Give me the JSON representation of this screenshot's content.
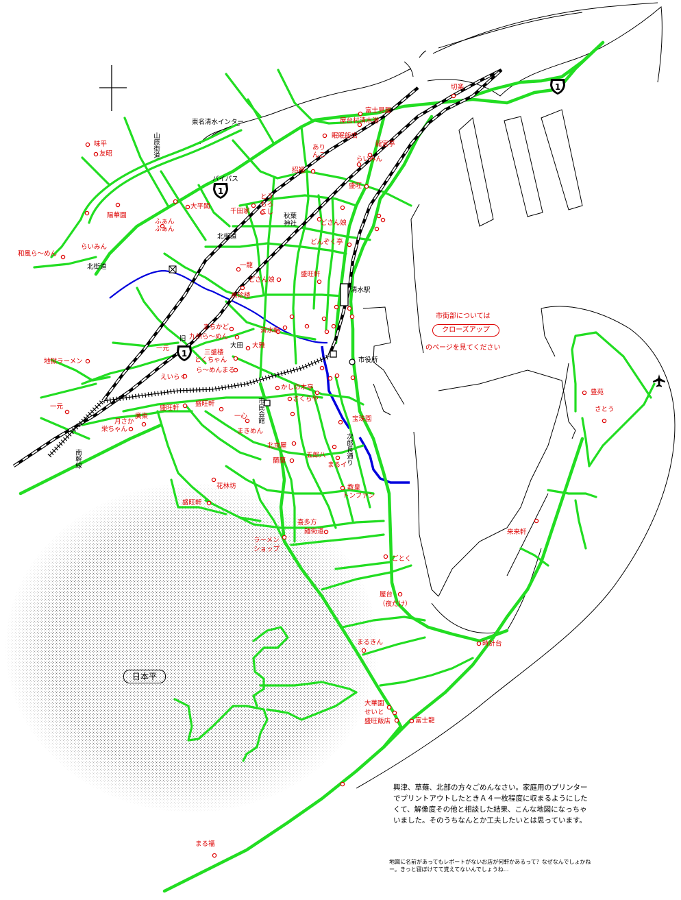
{
  "routes": {
    "route1": "1",
    "bypass": "バイパス",
    "old_prefix": "旧",
    "interchange": "東名清水インター",
    "yamahara_kaido": "山原街道",
    "kita_kaido_1": "北街道",
    "kita_kaido_2": "北街道",
    "minami_kansen": "南幹線",
    "jirocho_dori": "次郎長通り"
  },
  "landmarks": {
    "station": "清水駅",
    "city_hall": "市役所",
    "civic_hall": "市民会館",
    "akiba_jinja": "秋葉神社",
    "nihondaira": "日本平"
  },
  "callout": {
    "line1": "市街部については",
    "button": "クローズアップ",
    "line2": "のページを見てください"
  },
  "shops": {
    "kirin": "切楽",
    "fujimiya": "富士見屋",
    "yatai_mura": "屋台村清水港",
    "minmin": "眠眠飯店",
    "ryugutei": "龍宮亭",
    "arinko": "ありんこ",
    "raimin_n": "らいみん",
    "shofuku": "招福",
    "seiou_n": "盛旺",
    "tomorokoshi": "とうもろこし",
    "sendaiya": "千田家",
    "dosanko_n": "どさん娘",
    "donzokotei": "どんぞく亭",
    "ajihei": "味平",
    "yuka": "友昭",
    "taiheikaku": "大平閣",
    "youkaen": "陽華園",
    "fuanfuan": "ふぁんふぁん",
    "raimin_w": "らいみん",
    "wafu_ramen": "和風ら～めん",
    "ichiryu": "一龍",
    "dosanko_c": "どさん娘",
    "koutinrou": "高珍楼",
    "seioken_c": "盛旺軒",
    "machikado": "まちかど",
    "kyushu_ramen": "九州ら～めん",
    "seimizuken": "清水軒",
    "taiga": "大雅",
    "daiden": "大田",
    "ichigen": "一元",
    "sanseirou": "三盛楼",
    "tokuchan": "とくちゃん",
    "ramenmaru": "ら～めんまる",
    "jigoku_ramen": "地獄ラーメン",
    "eiraku": "えいらく",
    "kashinoki": "かしの木亭",
    "sakuraya": "さくらや",
    "isshin": "一心",
    "makimen": "まきめん",
    "ichigen_w": "一元",
    "seioken_w": "盛旺軒",
    "seioken_m": "盛旺軒",
    "koutou": "廣東",
    "tsukisaka": "月さか",
    "eichan": "栄ちゃん",
    "houshuen": "宝珠園",
    "hokkyoya": "北京屋",
    "ranran": "蘭蘭",
    "gorohachi": "五郎八",
    "marui": "まるイ",
    "kyoukou": "教皇",
    "tonfan": "トンファン",
    "karinbo": "花林坊",
    "seioken_s": "盛旺軒",
    "kitakata": "喜多方",
    "men_kaido": "麺街道",
    "ramen_shop_1": "ラーメン",
    "ramen_shop_2": "ショップ",
    "gotoku": "ごとく",
    "yatai": "屋台",
    "yoru_dake": "（夜だけ）",
    "marukin": "まるきん",
    "jikeidai": "時計台",
    "taikaen": "大華園",
    "seito": "せいと",
    "seiou_hanten": "盛旺飯店",
    "fujiryu": "富士龍",
    "maru_fuku": "まる福",
    "raiken": "来来軒",
    "houen": "豊苑",
    "satou": "さとう"
  },
  "notes": {
    "main": "興津、草薙、北部の方々ごめんなさい。家庭用のプリンターでプリントアウトしたときＡ４一枚程度に収まるようにしたくて、解像度その他と相談した結果、こんな地図になっちゃいました。そのうちなんとか工夫したいとは思っています。",
    "sub": "地図に名前があってもレポートがないお店が何軒かあるって？なぜなんでしょかねー。きっと寝ぼけてて覚えてないんでしょうね..."
  },
  "icons": {
    "north": "north-arrow-icon",
    "airplane": "airplane-icon",
    "route_shield": "route-1-shield-icon",
    "post_office": "post-office-icon"
  },
  "colors": {
    "road": "#22dd22",
    "river": "#0000dd",
    "shop": "#dd0000",
    "rail": "#000000"
  }
}
